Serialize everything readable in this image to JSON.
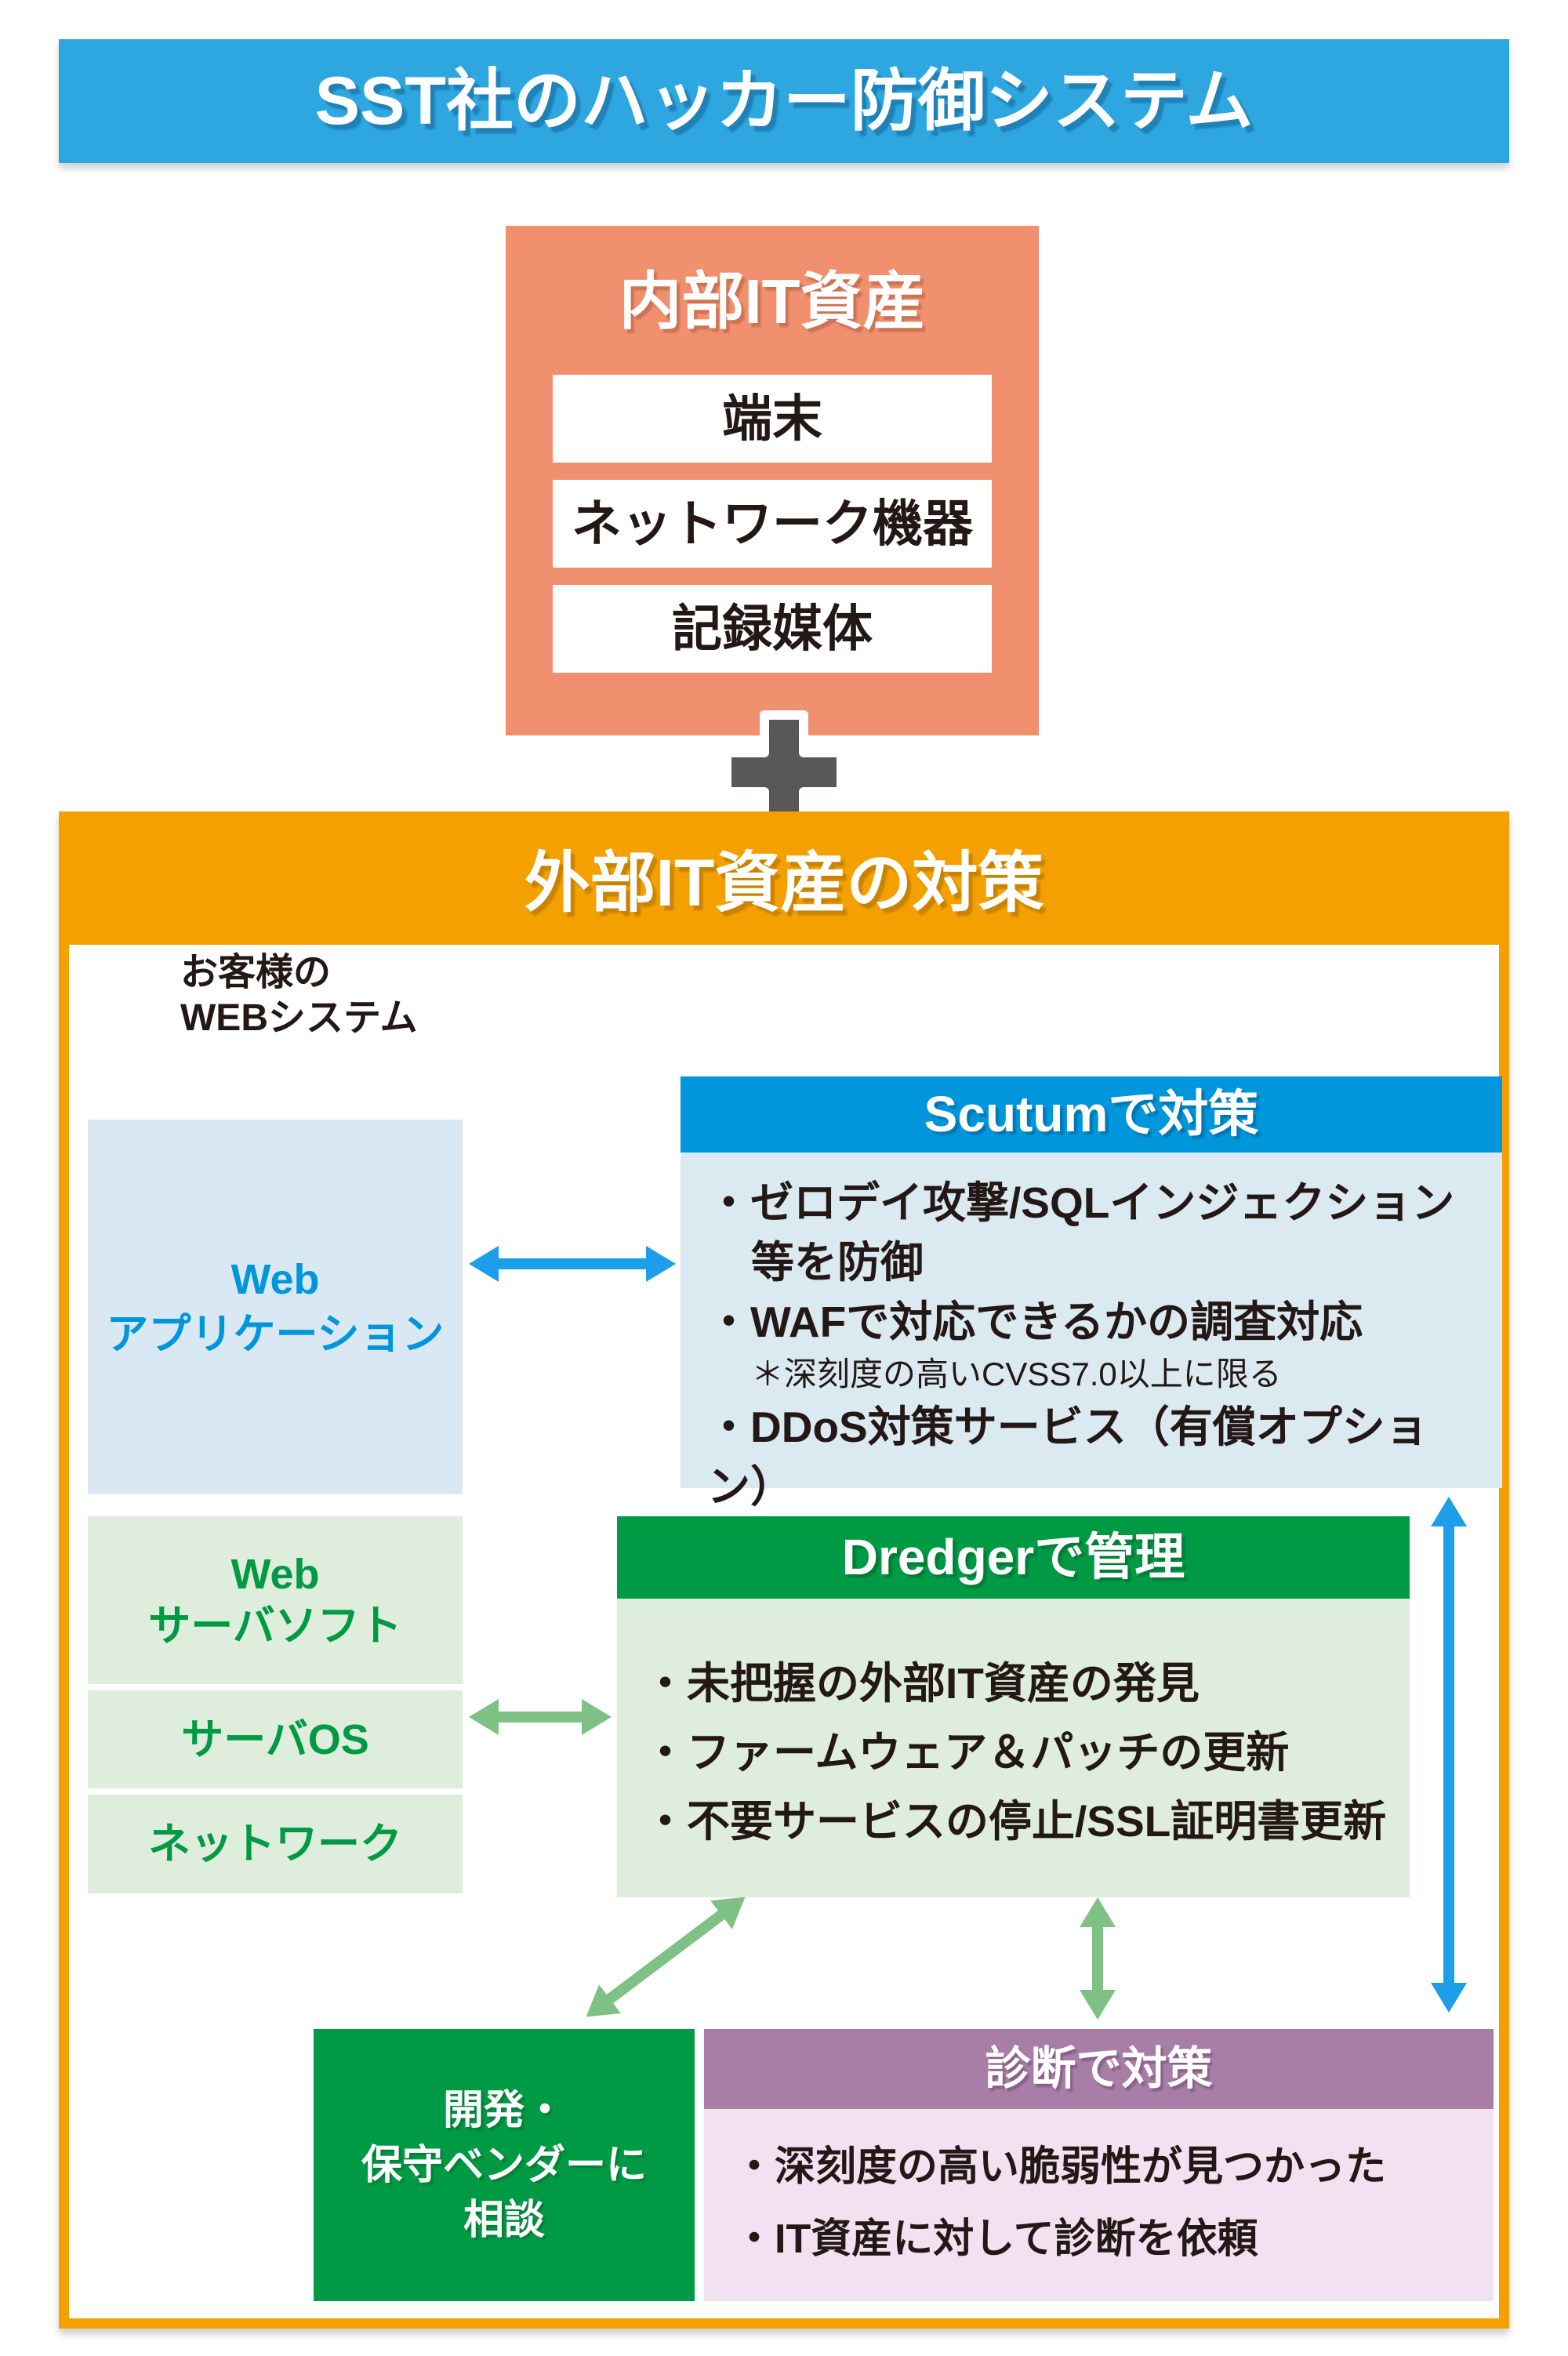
{
  "banner": {
    "title": "SST社のハッカー防御システム"
  },
  "internal_assets": {
    "title": "内部IT資産",
    "items": [
      "端末",
      "ネットワーク機器",
      "記録媒体"
    ]
  },
  "external_section": {
    "title": "外部IT資産の対策",
    "customer_label_line1": "お客様の",
    "customer_label_line2": "WEBシステム"
  },
  "webapp_box": {
    "line1": "Web",
    "line2": "アプリケーション"
  },
  "scutum": {
    "header": "Scutumで対策",
    "bullet1_line1": "・ゼロデイ攻撃/SQLインジェクション",
    "bullet1_line2": "等を防御",
    "bullet2": "・WAFで対応できるかの調査対応",
    "bullet2_note": "＊深刻度の高いCVSS7.0以上に限る",
    "bullet3": "・DDoS対策サービス（有償オプション）"
  },
  "server_stack": {
    "web_server_line1": "Web",
    "web_server_line2": "サーバソフト",
    "server_os": "サーバOS",
    "network": "ネットワーク"
  },
  "dredger": {
    "header": "Dredgerで管理",
    "bullets": [
      "・未把握の外部IT資産の発見",
      "・ファームウェア＆パッチの更新",
      "・不要サービスの停止/SSL証明書更新"
    ]
  },
  "vendor_box": {
    "line1": "開発・",
    "line2": "保守ベンダーに",
    "line3": "相談"
  },
  "shindan": {
    "header": "診断で対策",
    "bullets": [
      "・深刻度の高い脆弱性が見つかった",
      "・IT資産に対して診断を依頼"
    ]
  },
  "icons": {
    "plus": "plus-icon"
  },
  "colors": {
    "banner_blue": "#2EA7E0",
    "salmon": "#F0906F",
    "plus_gray": "#595757",
    "orange": "#F4A100",
    "scutum_blue": "#0096DB",
    "light_blue": "#DBE9F1",
    "webapp_light_blue": "#D9E8F2",
    "green": "#009944",
    "light_green": "#DFEDDC",
    "purple": "#A87EA7",
    "light_purple": "#F2E2F1",
    "arrow_green": "#7FC185",
    "arrow_blue": "#1C9FE8",
    "text_dark": "#231815"
  }
}
